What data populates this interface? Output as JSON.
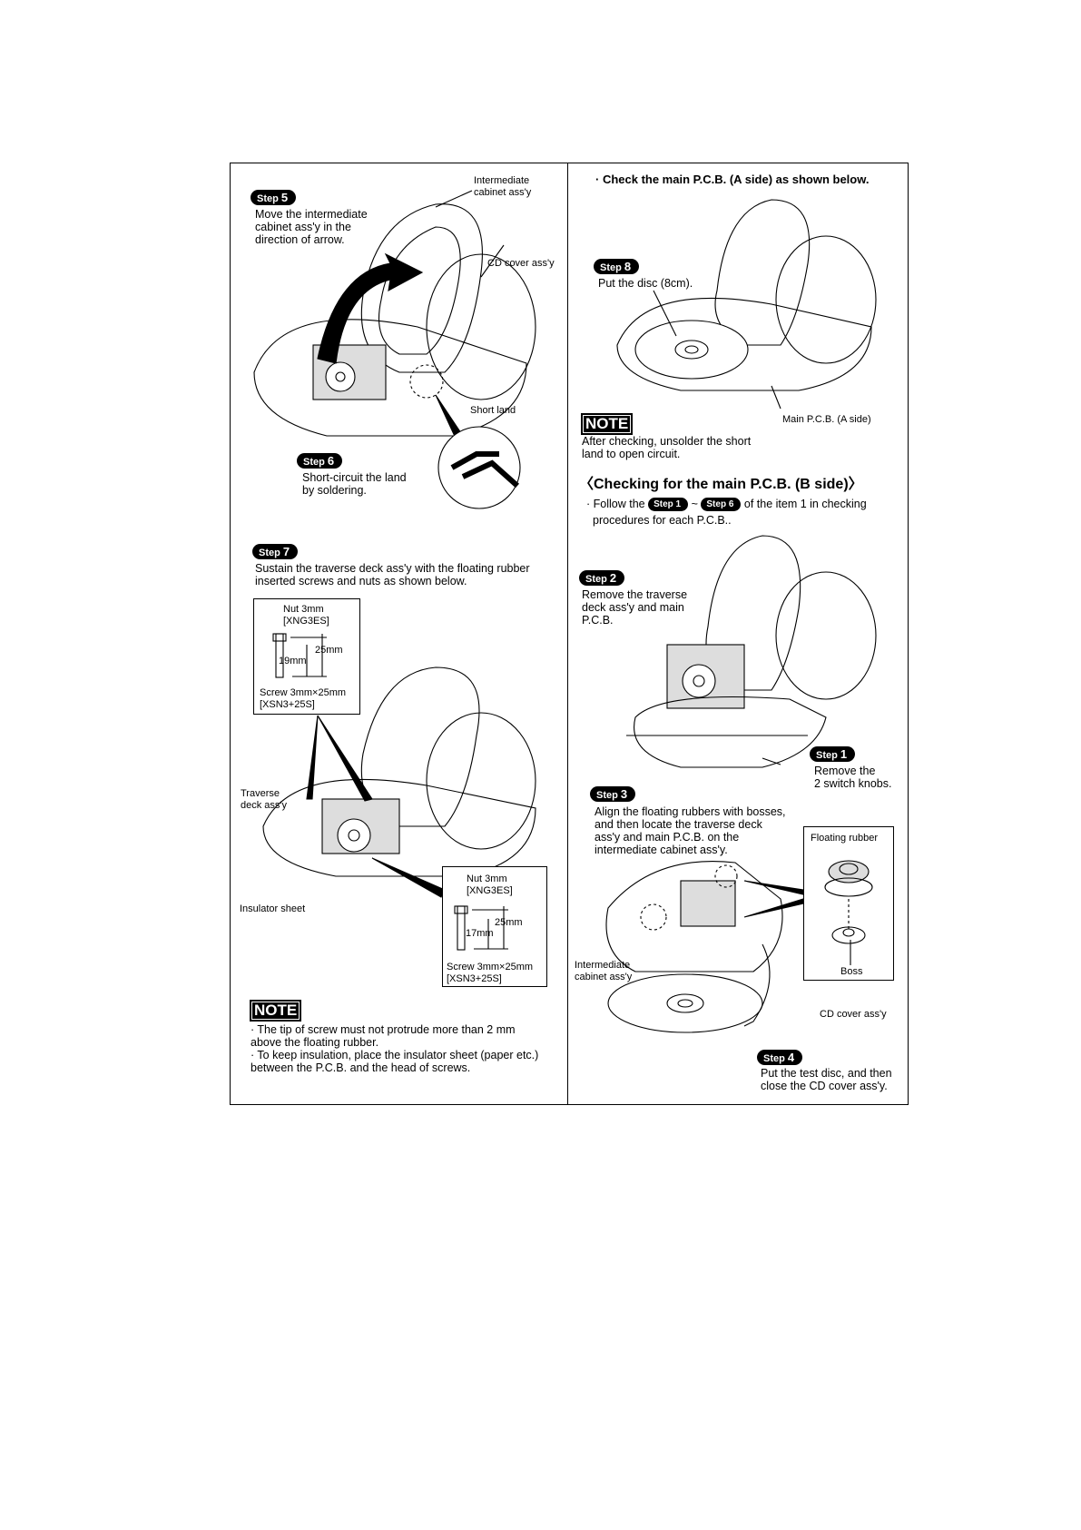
{
  "left": {
    "step5": {
      "badge": "Step",
      "num": "5",
      "lines": [
        "Move the intermediate",
        "cabinet ass'y in the",
        "direction of arrow."
      ]
    },
    "labels": {
      "intermediate1": "Intermediate",
      "intermediate2": "cabinet ass'y",
      "cd_cover": "CD cover ass'y",
      "short_land": "Short land"
    },
    "step6": {
      "badge": "Step",
      "num": "6",
      "lines": [
        "Short-circuit the land",
        "by soldering."
      ]
    },
    "step7": {
      "badge": "Step",
      "num": "7",
      "lines": [
        "Sustain the traverse deck ass'y with the floating rubber",
        "inserted screws and nuts as shown below."
      ]
    },
    "box1": {
      "nut": "Nut 3mm",
      "nut_code": "[XNG3ES]",
      "d1": "25mm",
      "d2": "19mm",
      "screw": "Screw 3mm×25mm",
      "screw_code": "[XSN3+25S]"
    },
    "traverse1": "Traverse",
    "traverse2": "deck ass'y",
    "insulator": "Insulator sheet",
    "box2": {
      "nut": "Nut 3mm",
      "nut_code": "[XNG3ES]",
      "d1": "25mm",
      "d2": "17mm",
      "screw": "Screw 3mm×25mm",
      "screw_code": "[XSN3+25S]"
    },
    "note": {
      "badge": "NOTE",
      "lines": [
        "· The tip of screw must not protrude more than 2 mm",
        "   above the floating rubber.",
        "· To keep insulation, place the insulator sheet (paper etc.)",
        "   between the P.C.B. and the head of screws."
      ]
    }
  },
  "right": {
    "check_a": "· Check the main P.C.B. (A side) as shown below.",
    "step8": {
      "badge": "Step",
      "num": "8",
      "text": "Put the disc (8cm)."
    },
    "main_pcb_a": "Main P.C.B. (A side)",
    "note": {
      "badge": "NOTE",
      "lines": [
        "After checking, unsolder the short",
        "land to open circuit."
      ]
    },
    "heading_b": "〈Checking for the main P.C.B. (B side)〉",
    "follow": {
      "pre": "· Follow the",
      "s1": "Step 1",
      "tilde": "~",
      "s2": "Step 6",
      "post": "of the item 1 in checking",
      "line2": "procedures for each P.C.B.."
    },
    "step2": {
      "badge": "Step",
      "num": "2",
      "lines": [
        "Remove the traverse",
        "deck ass'y and main",
        "P.C.B."
      ]
    },
    "step1": {
      "badge": "Step",
      "num": "1",
      "lines": [
        "Remove the",
        "2 switch knobs."
      ]
    },
    "step3": {
      "badge": "Step",
      "num": "3",
      "lines": [
        "Align the floating rubbers with bosses,",
        "and then locate the traverse deck",
        "ass'y and main P.C.B. on the",
        "intermediate cabinet ass'y."
      ]
    },
    "floating_rubber": "Floating rubber",
    "boss": "Boss",
    "intermediate1": "Intermediate",
    "intermediate2": "cabinet ass'y",
    "cd_cover": "CD cover ass'y",
    "step4": {
      "badge": "Step",
      "num": "4",
      "lines": [
        "Put the test disc, and then",
        "close the CD cover ass'y."
      ]
    }
  }
}
